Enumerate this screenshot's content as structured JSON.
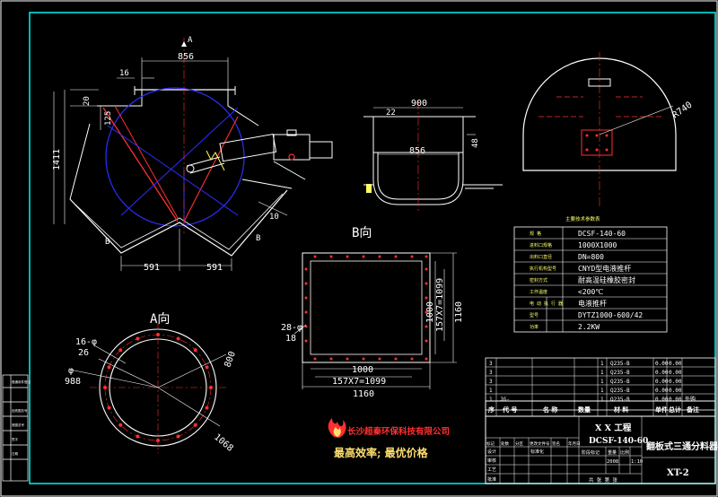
{
  "views": {
    "main": {
      "section_label": "A",
      "section_b_left": "B",
      "section_b_right": "B",
      "dims": {
        "top_width": "856",
        "flange": "16",
        "d20": "20",
        "d125": "125",
        "height": "1411",
        "bottom_left": "591",
        "bottom_right": "591",
        "d10": "10"
      }
    },
    "side": {
      "dims": {
        "w900": "900",
        "w856": "856",
        "d22": "22",
        "d48": "48"
      }
    },
    "arc": {
      "radius": "R740"
    },
    "b_view": {
      "title": "B向",
      "dims": {
        "holes": "28-φ",
        "hole_d": "18",
        "h_pitch": "157X7=1099",
        "h_total": "1000",
        "h_outer": "1160",
        "w_inner": "1000",
        "w_pitch": "157X7=1099",
        "w_outer": "1160"
      }
    },
    "a_view": {
      "title": "A向",
      "dims": {
        "holes": "16-φ",
        "hole_d": "26",
        "phi": "φ",
        "d988": "988",
        "d800": "800",
        "d1068": "1068"
      }
    }
  },
  "params_table": {
    "title": "主要技术参数表",
    "rows": [
      {
        "label": "规  格",
        "value": "DCSF-140-60"
      },
      {
        "label": "进料口规格",
        "value": "1000X1000"
      },
      {
        "label": "出料口直径",
        "value": "DN=800"
      },
      {
        "label": "执行机构型号",
        "value": "CNYD型电液推杆"
      },
      {
        "label": "密封方式",
        "value": "耐高温硅橡胶密封"
      },
      {
        "label": "工作温度",
        "value": "<200℃"
      },
      {
        "label": "电 动 执 行 器",
        "value": "电液推杆"
      },
      {
        "label": "型号",
        "value": "DYTZ1000-600/42"
      },
      {
        "label": "功率",
        "value": "2.2KW"
      }
    ]
  },
  "parts_list": {
    "rows": [
      {
        "no": "3",
        "name": "",
        "qty": "1",
        "material": "Q235-B",
        "w1": "0.00",
        "w2": "0.00",
        "note": ""
      },
      {
        "no": "3",
        "name": "",
        "qty": "1",
        "material": "Q235-B",
        "w1": "0.00",
        "w2": "0.00",
        "note": ""
      },
      {
        "no": "3",
        "name": "",
        "qty": "1",
        "material": "Q235-B",
        "w1": "0.00",
        "w2": "0.00",
        "note": ""
      },
      {
        "no": "1",
        "name": "",
        "qty": "1",
        "material": "Q235-B",
        "w1": "0.00",
        "w2": "0.00",
        "note": ""
      },
      {
        "no": "1",
        "name": "JG-",
        "qty": "1",
        "material": "Q235-B",
        "w1": "0.00",
        "w2": "0.00",
        "note": "外购"
      }
    ],
    "header": [
      "序",
      "代  号",
      "名  称",
      "数量",
      "材  料",
      "单件",
      "总计",
      "备注"
    ]
  },
  "title_block": {
    "project": "X X 工程",
    "model": "DCSF-140-60",
    "drawing_name": "翻板式三通分料器",
    "drawing_no": "XT-2",
    "scale": "1:10",
    "year": "2008",
    "stage_label": "阶段标记",
    "weight_label": "重量",
    "scale_label": "比例",
    "sheet_label": "共 张 第 张",
    "sign_labels": [
      "标记",
      "处数",
      "分区",
      "更改文件号",
      "签名",
      "年月日"
    ],
    "role_labels": [
      "设计",
      "审核",
      "工艺",
      "批准"
    ],
    "role_labels2": [
      "标准化"
    ]
  },
  "left_strip": [
    "借通用件登记",
    "",
    "旧底图总号",
    "底图总号",
    "签字",
    "日期"
  ],
  "watermark": {
    "company": "长沙超秦环保科技有限公司",
    "slogan": "最高效率; 最优价格"
  }
}
